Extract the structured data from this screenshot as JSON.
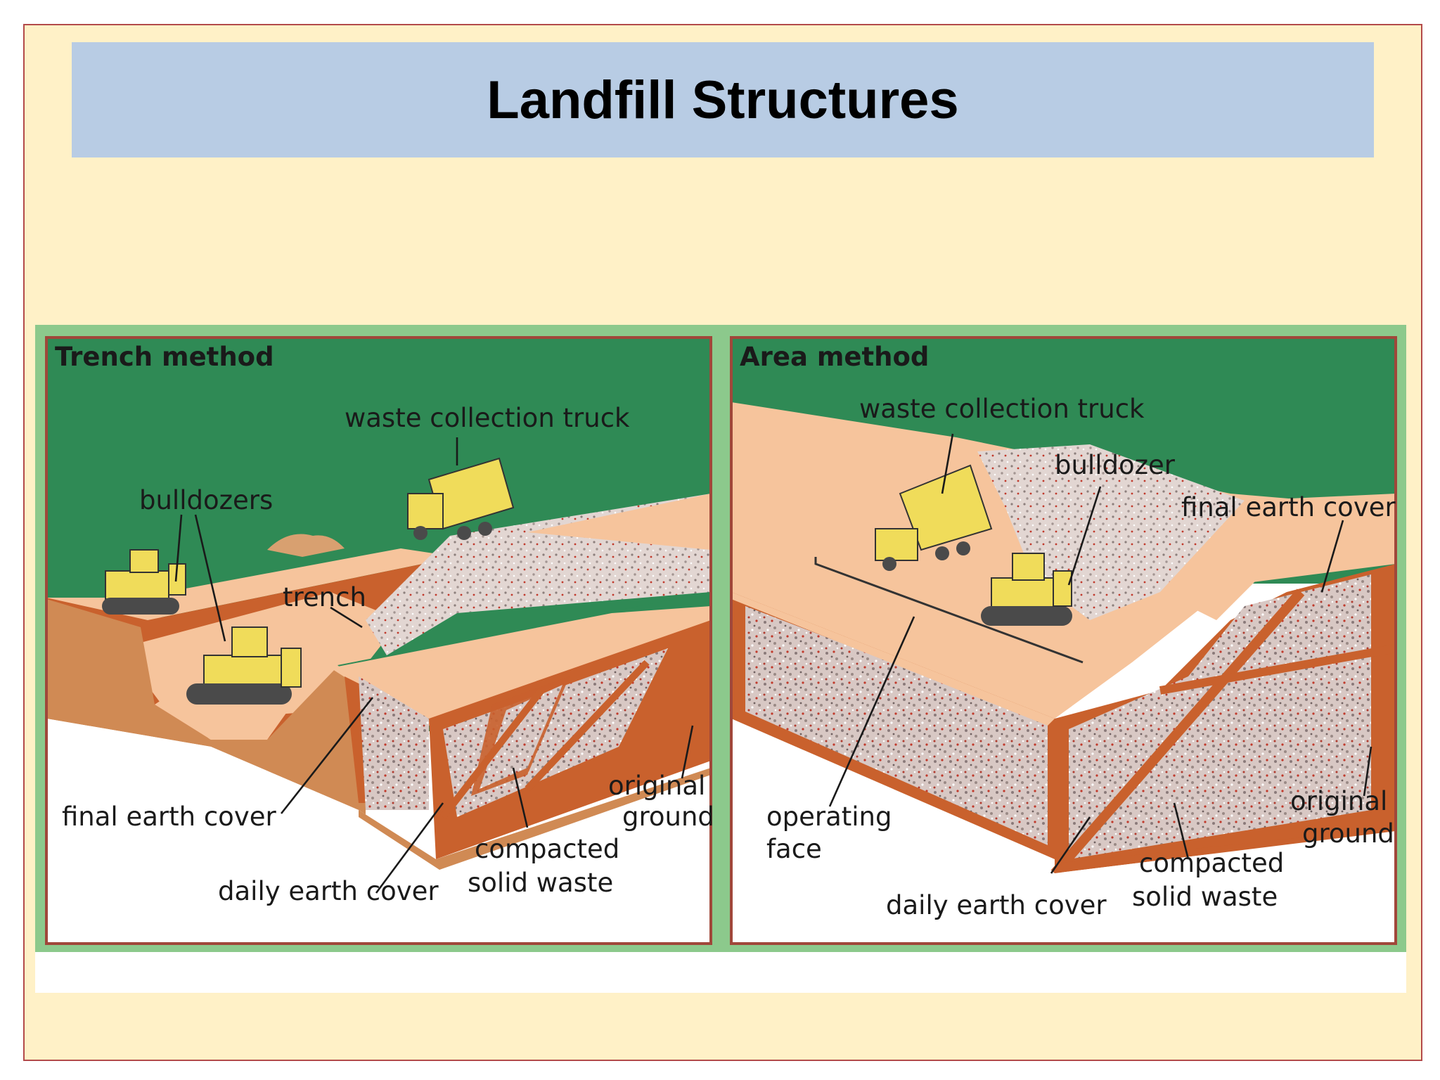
{
  "title": "Landfill Structures",
  "trench": {
    "title": "Trench method",
    "truck": "waste collection truck",
    "bulldozers": "bulldozers",
    "trench": "trench",
    "final_cover": "final earth cover",
    "daily_cover": "daily earth cover",
    "compacted": [
      "compacted",
      "solid waste"
    ],
    "original": [
      "original",
      "ground"
    ]
  },
  "area": {
    "title": "Area method",
    "truck": "waste collection truck",
    "bulldozer": "bulldozer",
    "final_cover": "final earth cover",
    "operating": [
      "operating",
      "face"
    ],
    "daily_cover": "daily earth cover",
    "compacted": [
      "compacted",
      "solid waste"
    ],
    "original": [
      "original",
      "ground"
    ]
  },
  "colors": {
    "slide_bg": "#fff1c7",
    "title_bar": "#b8cce4",
    "frame_green": "#8cc98c",
    "grass": "#2f8a55",
    "soil": "#f6c49c",
    "soil_dark": "#d2804a",
    "soil_side": "#c9612d",
    "waste": "#d9c6c3",
    "machine": "#f0dc5a"
  }
}
